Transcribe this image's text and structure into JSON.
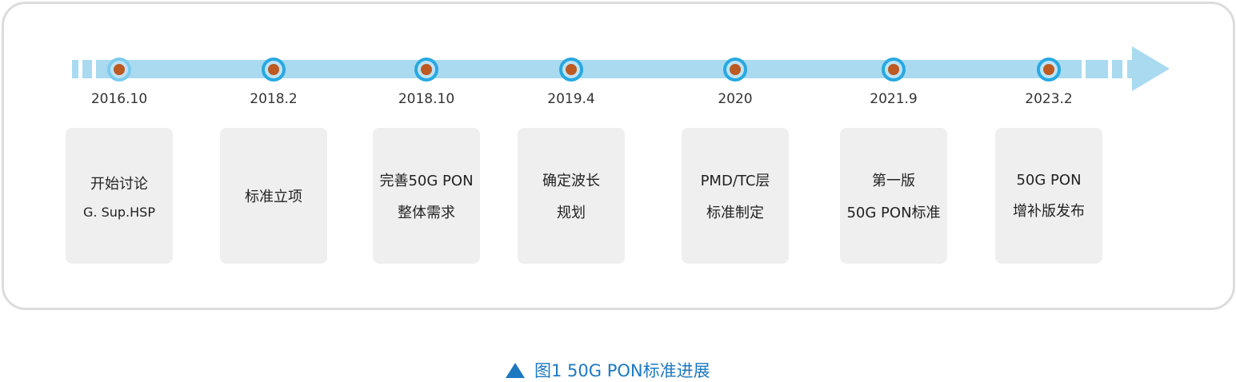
{
  "timeline": [
    {
      "date": "2016.10",
      "lines": [
        "开始讨论",
        "G. Sup.HSP"
      ]
    },
    {
      "date": "2018.2",
      "lines": [
        "标准立项"
      ]
    },
    {
      "date": "2018.10",
      "lines": [
        "完善50G PON",
        "整体需求"
      ]
    },
    {
      "date": "2019.4",
      "lines": [
        "确定波长",
        "规划"
      ]
    },
    {
      "date": "2020",
      "lines": [
        "PMD/TC层",
        "标准制定"
      ]
    },
    {
      "date": "2021.9",
      "lines": [
        "第一版",
        "50G PON标准"
      ]
    },
    {
      "date": "2023.2",
      "lines": [
        "50G PON",
        "增补版发布"
      ]
    }
  ],
  "caption": {
    "label": "图1  50G PON标准进展",
    "icon": "triangle-up-icon"
  },
  "colors": {
    "track": "#a9daf0",
    "node_ring": "#28a9e1",
    "node_dot": "#bd5a22",
    "caption": "#1d78c0"
  }
}
